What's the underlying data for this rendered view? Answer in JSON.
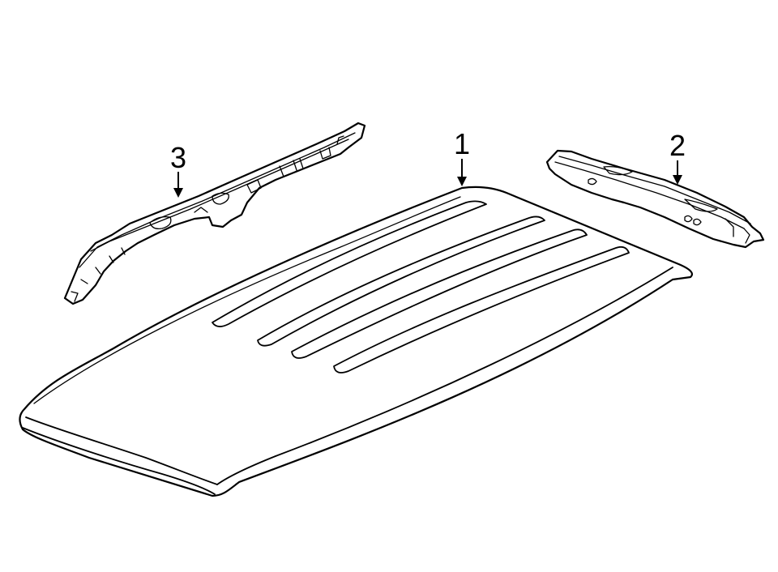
{
  "callouts": [
    {
      "id": "part-1",
      "label": "1"
    },
    {
      "id": "part-2",
      "label": "2"
    },
    {
      "id": "part-3",
      "label": "3"
    }
  ],
  "colors": {
    "line": "#000000",
    "background": "#ffffff"
  }
}
